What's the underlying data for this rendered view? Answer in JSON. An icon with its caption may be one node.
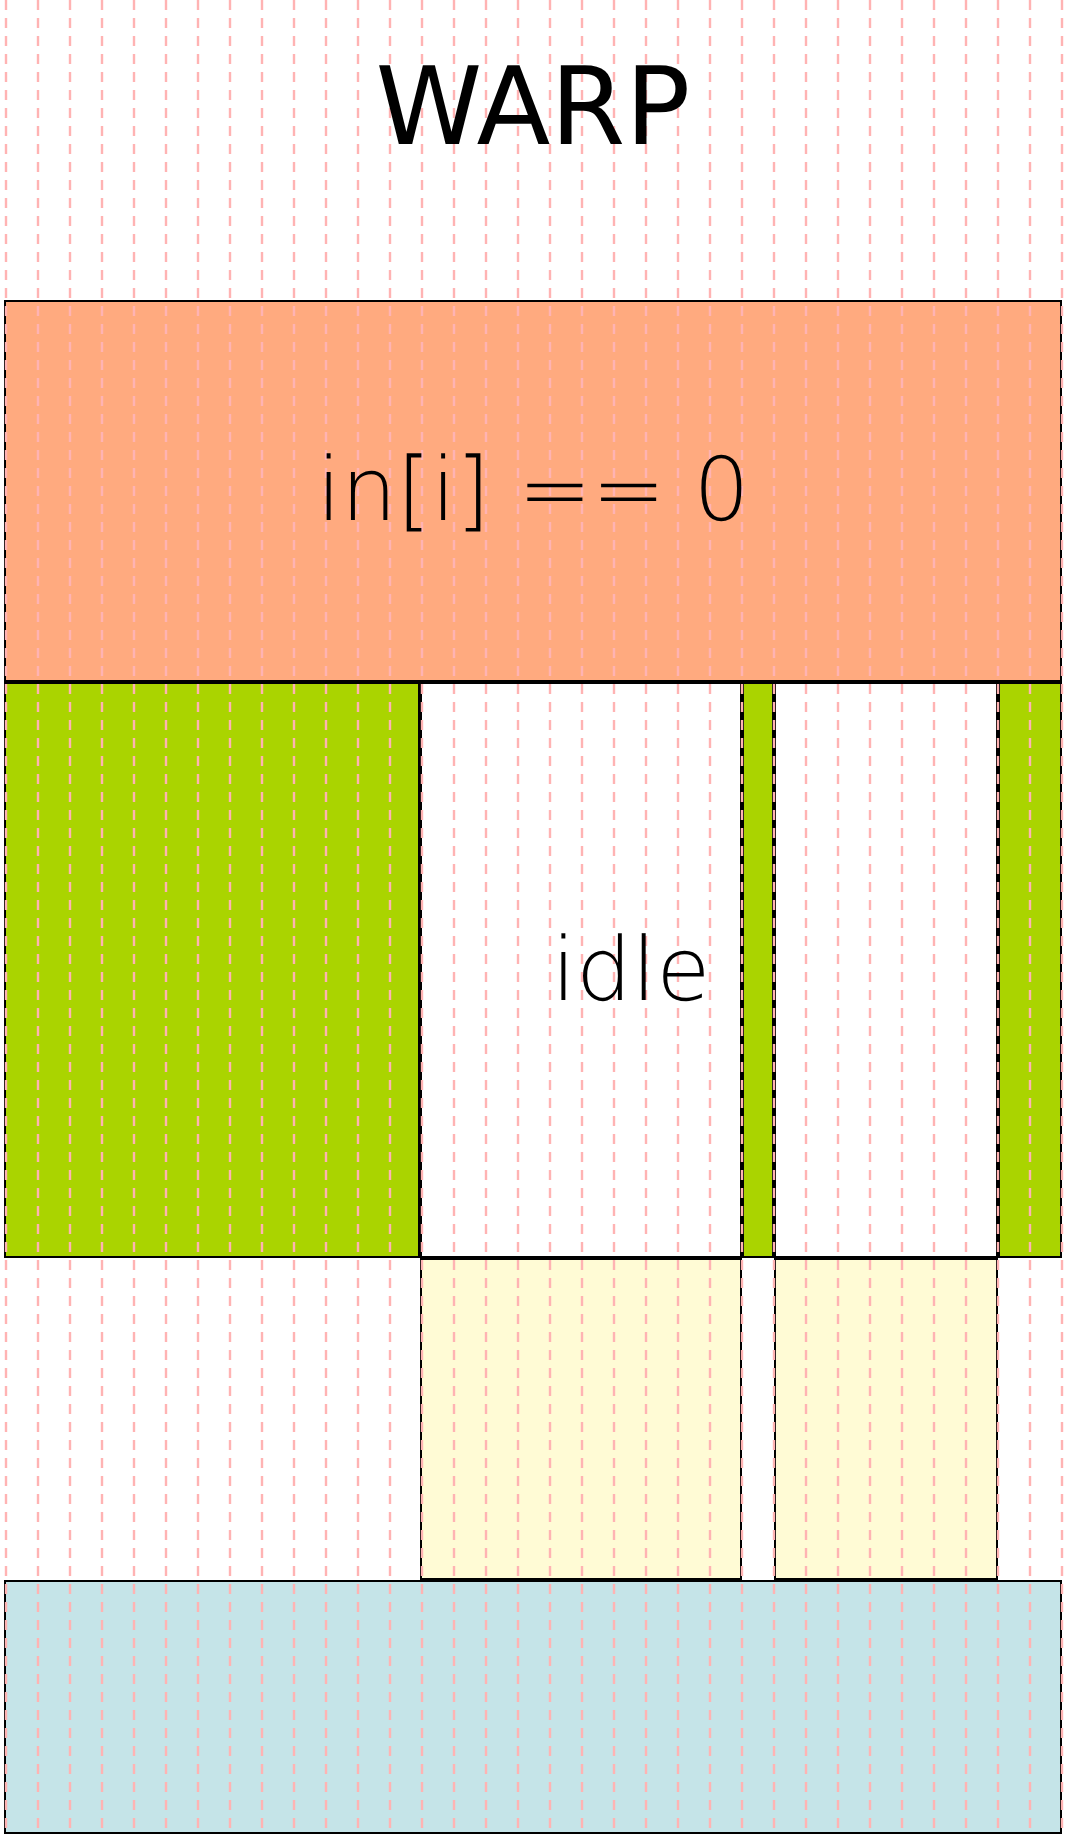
{
  "diagram": {
    "title": "WARP",
    "nodes": [
      {
        "text": [
          "in[i] == 0"
        ]
      },
      {
        "text": [],
        "shape": "box"
      },
      {
        "text": [
          "idle"
        ]
      },
      {
        "text": [],
        "shape": "box"
      },
      {
        "text": [],
        "shape": "box"
      },
      {
        "text": [],
        "shape": "box"
      },
      {
        "text": [],
        "shape": "box"
      },
      {
        "text": [],
        "shape": "box"
      },
      {
        "text": [],
        "shape": "box"
      }
    ],
    "edges": []
  }
}
